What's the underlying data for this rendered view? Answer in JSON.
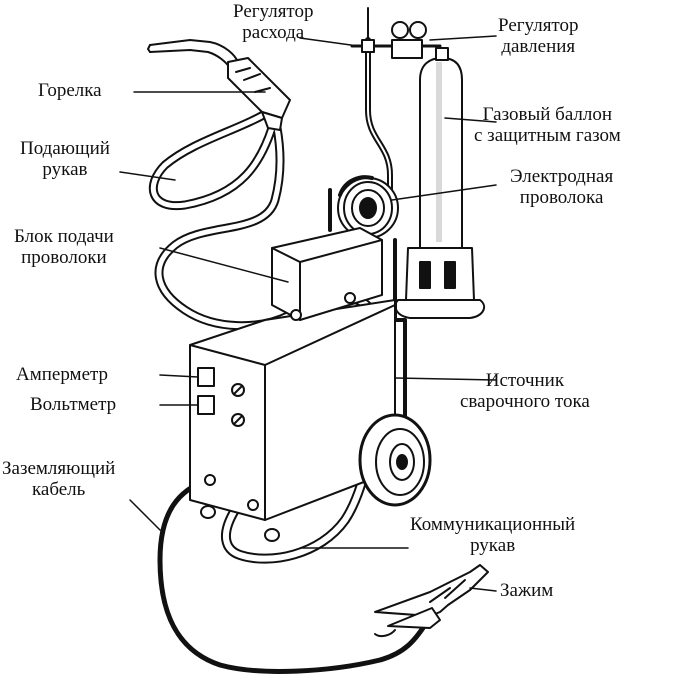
{
  "labels": {
    "flow_regulator": [
      "Регулятор",
      "расхода"
    ],
    "pressure_regulator": [
      "Регулятор",
      "давления"
    ],
    "torch": [
      "Горелка"
    ],
    "gas_cylinder": [
      "Газовый баллон",
      "с защитным газом"
    ],
    "feed_hose": [
      "Подающий",
      "рукав"
    ],
    "electrode_wire": [
      "Электродная",
      "проволока"
    ],
    "wire_feeder": [
      "Блок подачи",
      "проволоки"
    ],
    "ammeter": [
      "Амперметр"
    ],
    "voltmeter": [
      "Вольтметр"
    ],
    "power_source": [
      "Источник",
      "сварочного тока"
    ],
    "ground_cable": [
      "Заземляющий",
      "кабель"
    ],
    "comm_hose": [
      "Коммуникационный",
      "рукав"
    ],
    "clamp": [
      "Зажим"
    ]
  },
  "colors": {
    "ink": "#111111",
    "paper": "#ffffff",
    "shade": "#d9d9d9"
  }
}
